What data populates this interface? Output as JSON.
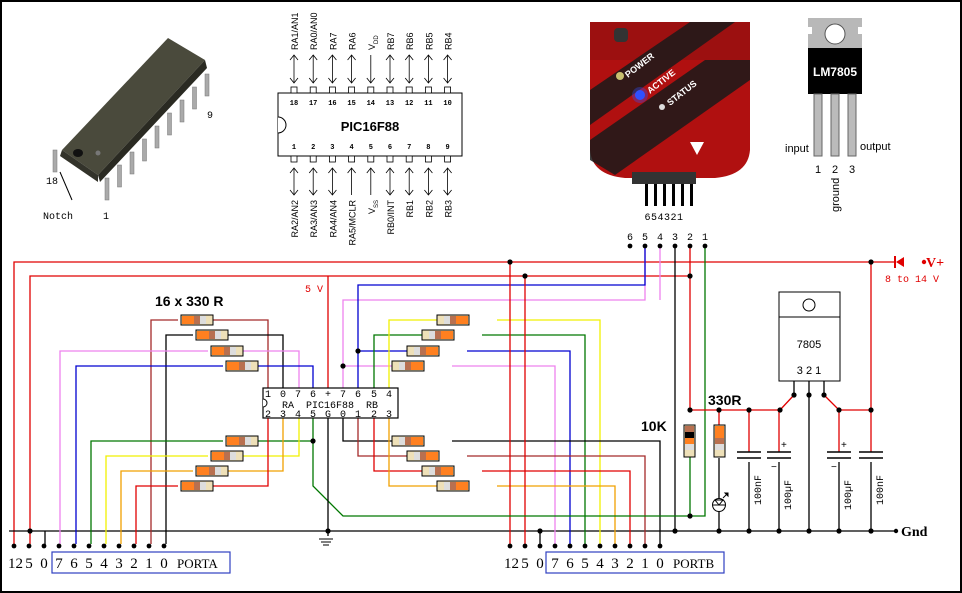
{
  "dip_photo": {
    "pin_first": "1",
    "pin_last_left": "18",
    "pin_right": "9",
    "notch_label": "Notch"
  },
  "pinout": {
    "chip_name": "PIC16F88",
    "top_pins": [
      {
        "num": "18",
        "name": "RA1/AN1",
        "dir": "both"
      },
      {
        "num": "17",
        "name": "RA0/AN0",
        "dir": "both"
      },
      {
        "num": "16",
        "name": "RA7",
        "dir": "both"
      },
      {
        "num": "15",
        "name": "RA6",
        "dir": "both"
      },
      {
        "num": "14",
        "name": "VDD",
        "dir": "in"
      },
      {
        "num": "13",
        "name": "RB7",
        "dir": "both"
      },
      {
        "num": "12",
        "name": "RB6",
        "dir": "both"
      },
      {
        "num": "11",
        "name": "RB5",
        "dir": "both"
      },
      {
        "num": "10",
        "name": "RB4",
        "dir": "both"
      }
    ],
    "bottom_pins": [
      {
        "num": "1",
        "name": "RA2/AN2",
        "dir": "both"
      },
      {
        "num": "2",
        "name": "RA3/AN3",
        "dir": "both"
      },
      {
        "num": "3",
        "name": "RA4/AN4",
        "dir": "both"
      },
      {
        "num": "4",
        "name": "RA5/MCLR",
        "dir": "in"
      },
      {
        "num": "5",
        "name": "VSS",
        "dir": "in"
      },
      {
        "num": "6",
        "name": "RB0/INT",
        "dir": "both"
      },
      {
        "num": "7",
        "name": "RB1",
        "dir": "both"
      },
      {
        "num": "8",
        "name": "RB2",
        "dir": "both"
      },
      {
        "num": "9",
        "name": "RB3",
        "dir": "both"
      }
    ]
  },
  "programmer": {
    "leds": [
      "POWER",
      "ACTIVE",
      "STATUS"
    ],
    "pin_labels": "654321",
    "header_pins": [
      "6",
      "5",
      "4",
      "3",
      "2",
      "1"
    ]
  },
  "regulator_photo": {
    "part": "LM7805",
    "pins": [
      "1",
      "2",
      "3"
    ],
    "input_label": "input",
    "ground_label": "ground",
    "output_label": "output"
  },
  "schematic": {
    "resistor_bank_label": "16 x 330 R",
    "rail_5v_label": "5 V",
    "vplus_label": "V+",
    "supply_range": "8 to 14 V",
    "gnd_label": "Gnd",
    "chip": {
      "top_row": [
        "1",
        "0",
        "7",
        "6",
        "+",
        "7",
        "6",
        "5",
        "4"
      ],
      "middle": "RA  PIC16F88  RB",
      "bottom_row": [
        "2",
        "3",
        "4",
        "5",
        "G",
        "0",
        "1",
        "2",
        "3"
      ]
    },
    "pullup_label": "10K",
    "led_resistor_label": "330R",
    "regulator": {
      "part": "7805",
      "pins": "3 2 1"
    },
    "capacitors": [
      "100nF",
      "100µF",
      "100µF",
      "100nF"
    ],
    "porta": {
      "power_labels": [
        "12",
        "5",
        "0"
      ],
      "bits": [
        "7",
        "6",
        "5",
        "4",
        "3",
        "2",
        "1",
        "0"
      ],
      "name": "PORTA"
    },
    "portb": {
      "power_labels": [
        "12",
        "5",
        "0"
      ],
      "bits": [
        "7",
        "6",
        "5",
        "4",
        "3",
        "2",
        "1",
        "0"
      ],
      "name": "PORTB"
    }
  },
  "colors": {
    "wire_red": "#e00000",
    "wire_brown": "#a52a2a",
    "wire_violet": "#ee82ee",
    "wire_blue": "#0000d0",
    "wire_green": "#007700",
    "wire_yellow": "#f0f000",
    "wire_orange": "#f0a000",
    "port_box": "#3040c0",
    "resistor_orange": "#ff8020",
    "resistor_brown": "#b87050",
    "resistor_cream": "#eee0b8"
  }
}
